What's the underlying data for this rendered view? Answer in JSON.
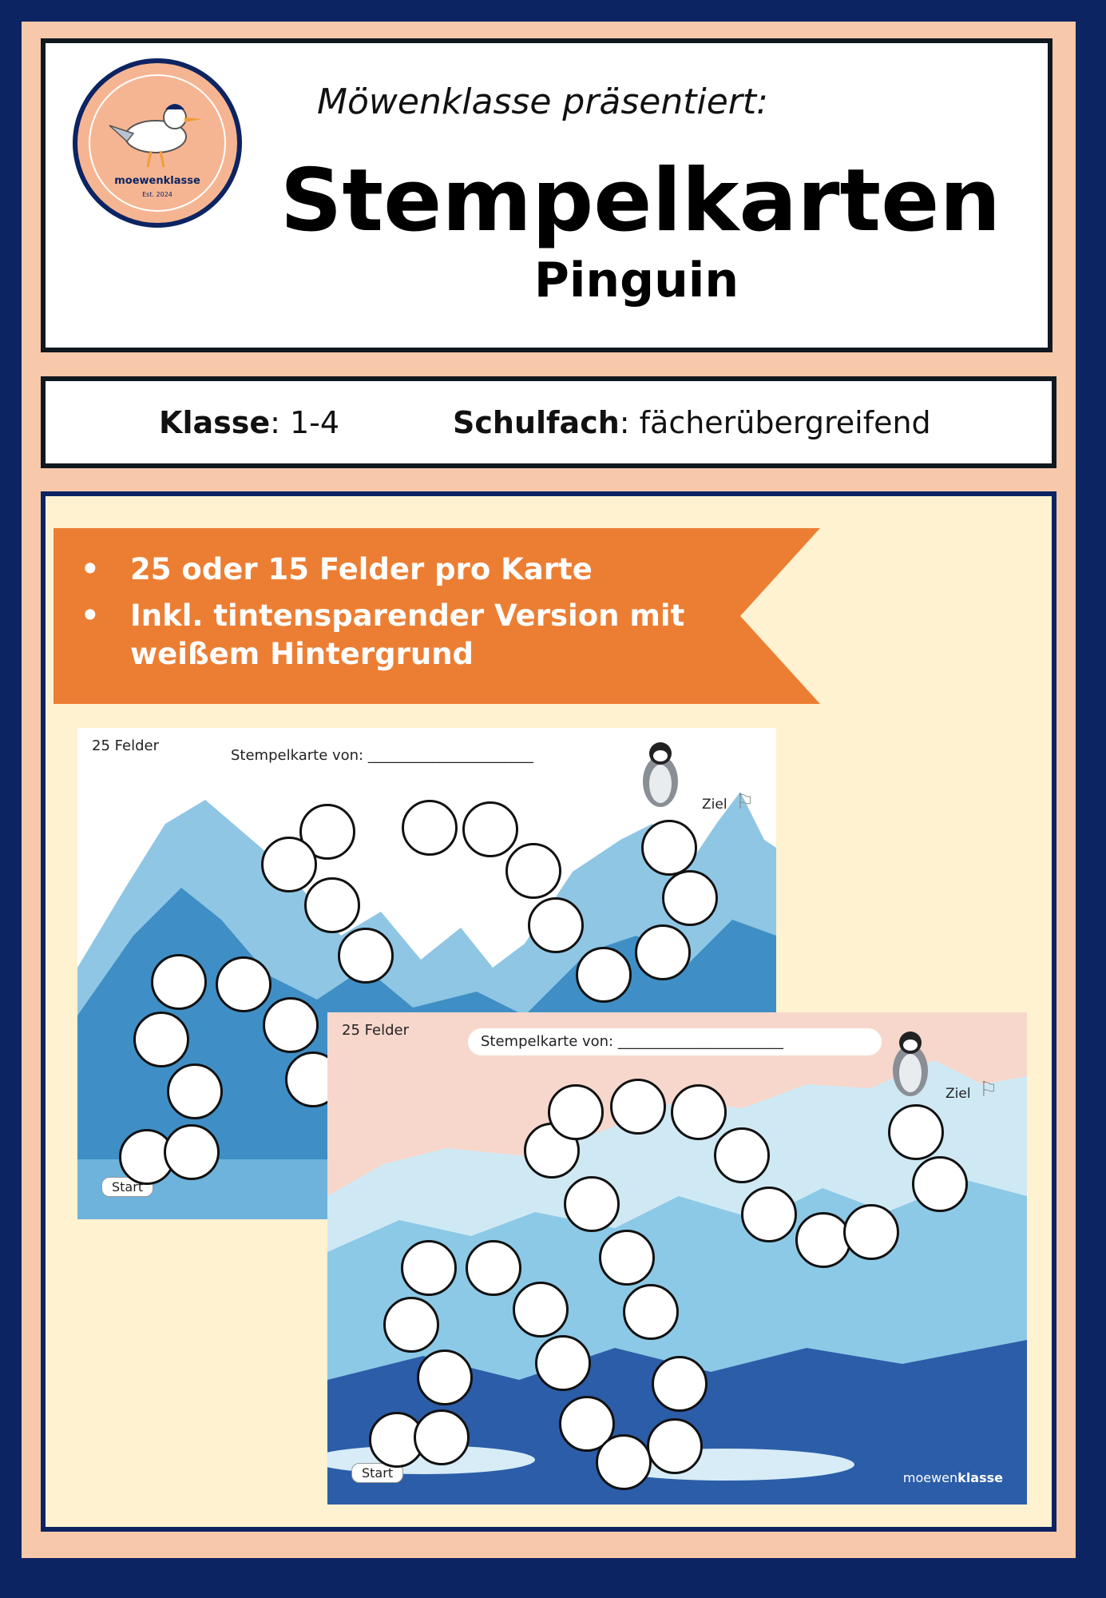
{
  "header": {
    "logo_word": "moewenklasse",
    "logo_est": "Est. 2024",
    "subtitle": "Möwenklasse präsentiert:",
    "title": "Stempelkarten",
    "subject": "Pinguin"
  },
  "info": {
    "klasse_label": "Klasse",
    "klasse_value": ": 1-4",
    "schulfach_label": "Schulfach",
    "schulfach_value": ": fächerübergreifend"
  },
  "features": [
    "25 oder 15 Felder pro Karte",
    "Inkl. tintensparender Version mit weißem Hintergrund"
  ],
  "card": {
    "felder": "25 Felder",
    "stempelkarte_von": "Stempelkarte von: _______________________",
    "ziel": "Ziel",
    "start": "Start",
    "brand_a": "moewen",
    "brand_b": "klasse"
  },
  "colors": {
    "navy": "#0c2462",
    "peach": "#f7c8aa",
    "cream": "#fff2d0",
    "banner": "#ec7e34"
  },
  "icons": [
    "seagull-icon",
    "flag-icon",
    "penguin-icon"
  ]
}
